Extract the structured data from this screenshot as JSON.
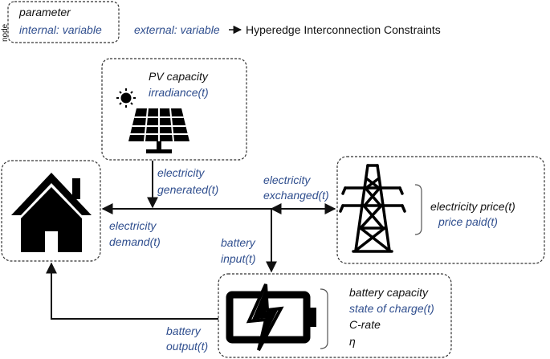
{
  "colors": {
    "variable": "#2f4e8e",
    "parameter": "#111111",
    "node_border": "#333333",
    "icon": "#000000"
  },
  "legend": {
    "node_tag": "node",
    "parameter": "parameter",
    "internal_variable": "internal: variable",
    "external_variable": "external: variable",
    "hyperedge_label": "Hyperedge Interconnection Constraints"
  },
  "pv": {
    "icon": "solar-panel-icon",
    "sun_icon": "sun-icon",
    "param": "PV capacity",
    "var": "irradiance(t)"
  },
  "house": {
    "icon": "house-icon"
  },
  "grid": {
    "icon": "power-pylon-icon",
    "param": "electricity price(t)",
    "var": "price paid(t)"
  },
  "battery": {
    "icon": "battery-icon",
    "params": [
      "battery capacity",
      "C-rate",
      "η"
    ],
    "var": "state of charge(t)"
  },
  "edges": {
    "generated_line1": "electricity",
    "generated_line2": "generated(t)",
    "exchanged_line1": "electricity",
    "exchanged_line2": "exchanged(t)",
    "demand_line1": "electricity",
    "demand_line2": "demand(t)",
    "input_line1": "battery",
    "input_line2": "input(t)",
    "output_line1": "battery",
    "output_line2": "output(t)"
  }
}
